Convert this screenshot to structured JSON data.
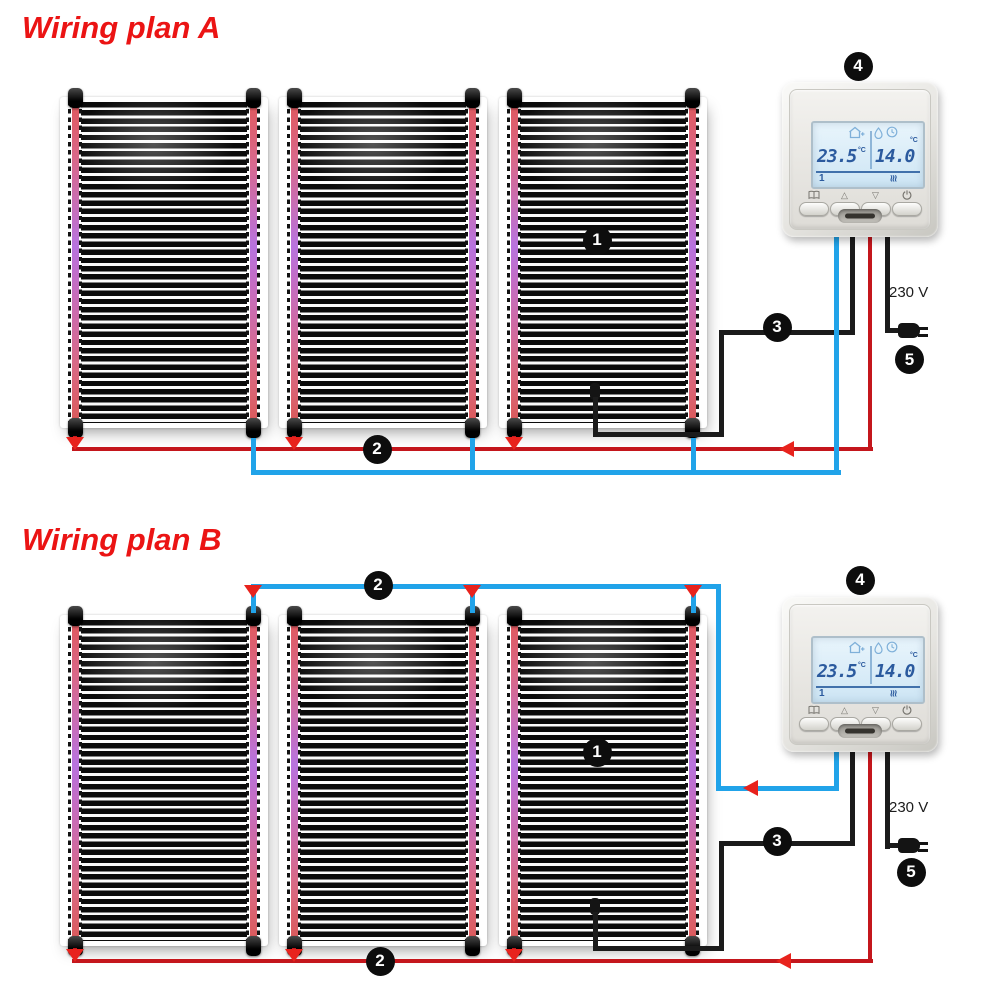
{
  "plan_a": {
    "title": "Wiring plan A"
  },
  "plan_b": {
    "title": "Wiring plan B"
  },
  "labels": {
    "heating_film": "1",
    "power_cable": "2",
    "sensor_cable": "3",
    "thermostat": "4",
    "plug": "5"
  },
  "power": {
    "voltage": "230 V"
  },
  "thermostat": {
    "room_temp": "23.5",
    "room_unit": "°C",
    "set_temp": "14.0",
    "set_unit": "°C",
    "program": "1",
    "heating_wave": "≋",
    "btn_up": "△",
    "btn_down": "▽"
  },
  "colors": {
    "title_red": "#eb1414",
    "wire_live_red": "#c4161c",
    "wire_neutral_blue": "#21a3e9",
    "wire_sensor_black": "#1b1b1b",
    "arrow_red": "#e8231d",
    "lcd_digits_blue": "#2b5a9e"
  }
}
